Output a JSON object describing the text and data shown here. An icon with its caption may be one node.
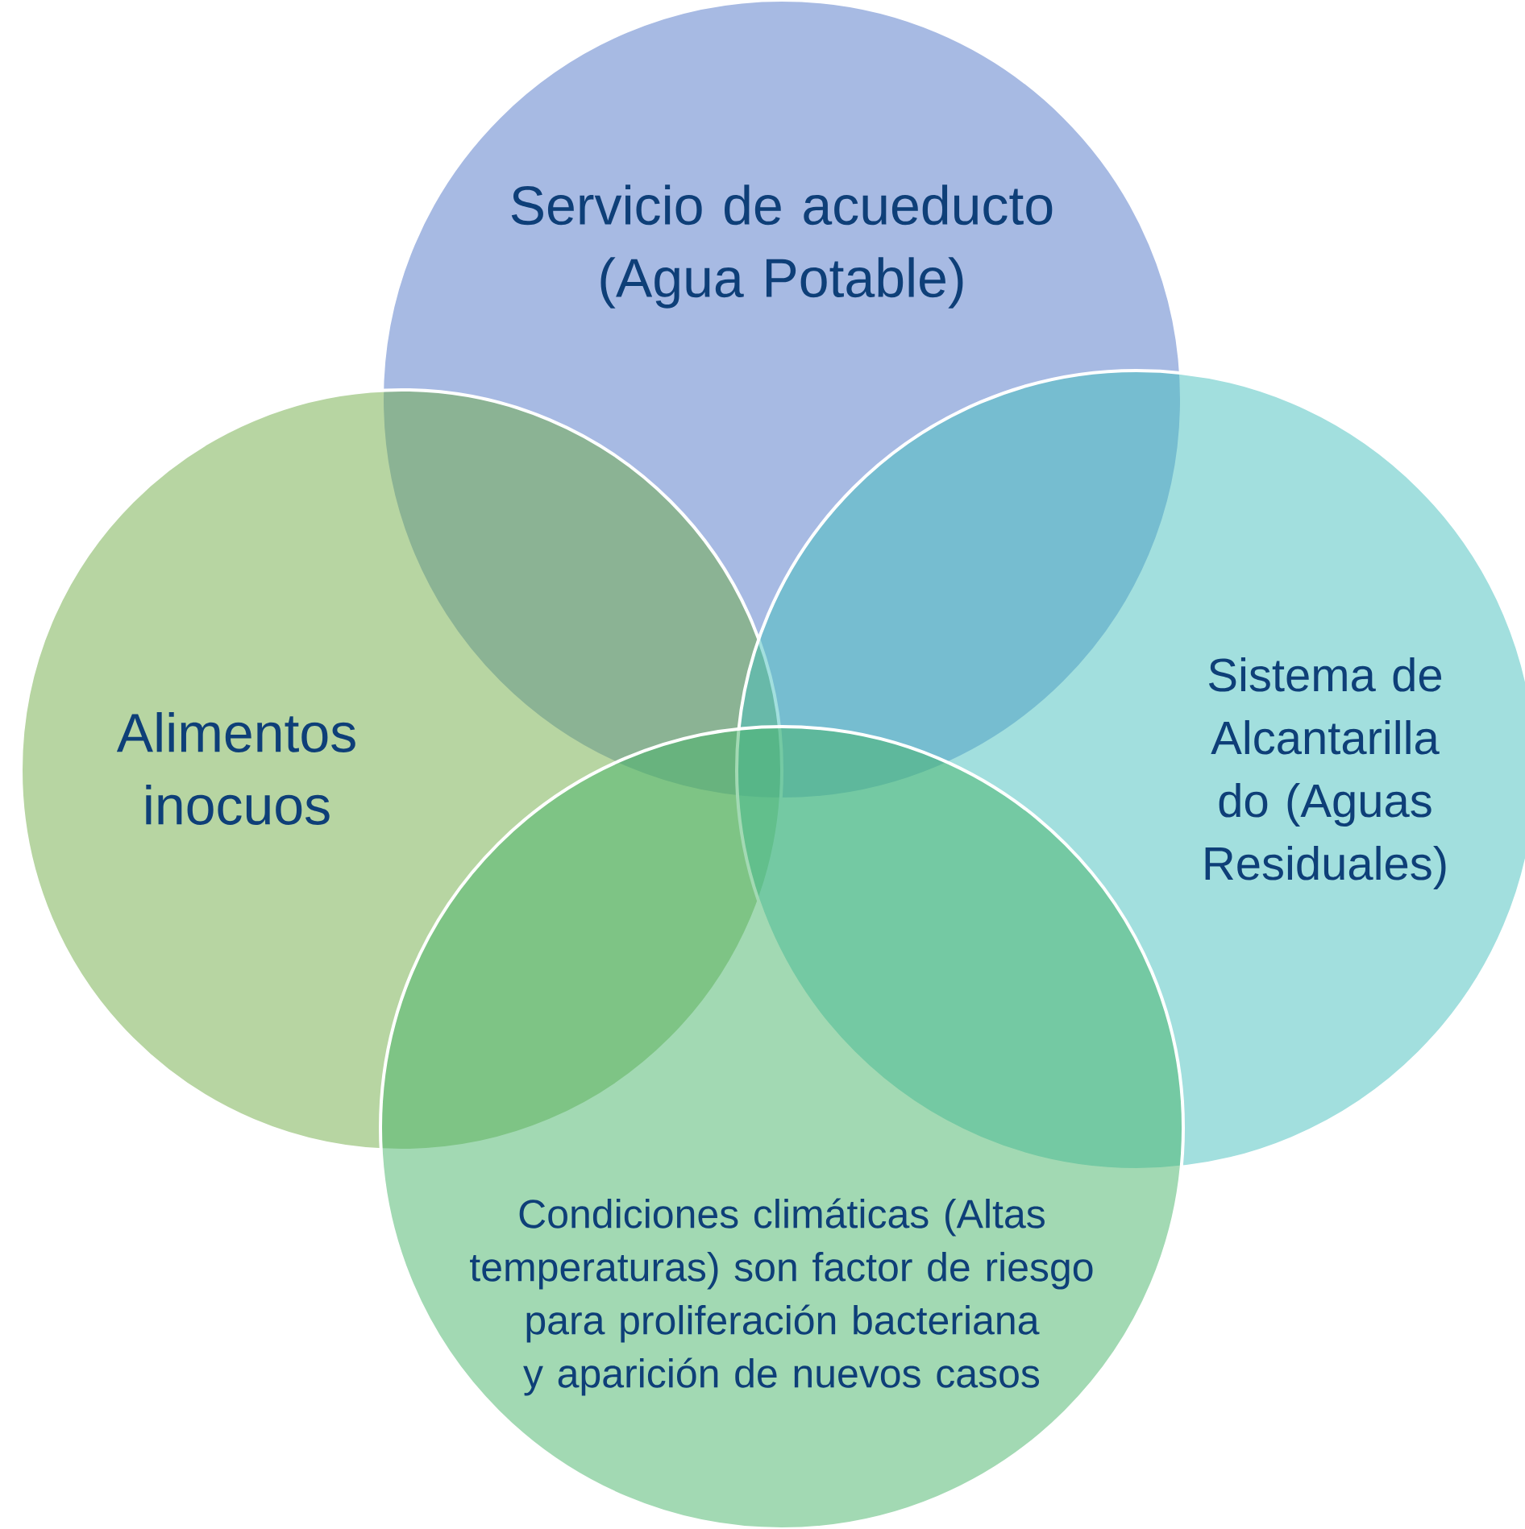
{
  "diagram": {
    "nodes": [
      {
        "text": [
          "Servicio de acueducto (Agua Potable)"
        ]
      },
      {
        "text": [
          "Alimentos inocuos"
        ]
      },
      {
        "text": [
          "Sistema de Alcantarilla do (Aguas Residuales)"
        ]
      },
      {
        "text": [
          "Condiciones climáticas (Altas temperaturas) son factor de riesgo para proliferación bacteriana y aparición de nuevos casos"
        ]
      }
    ]
  }
}
